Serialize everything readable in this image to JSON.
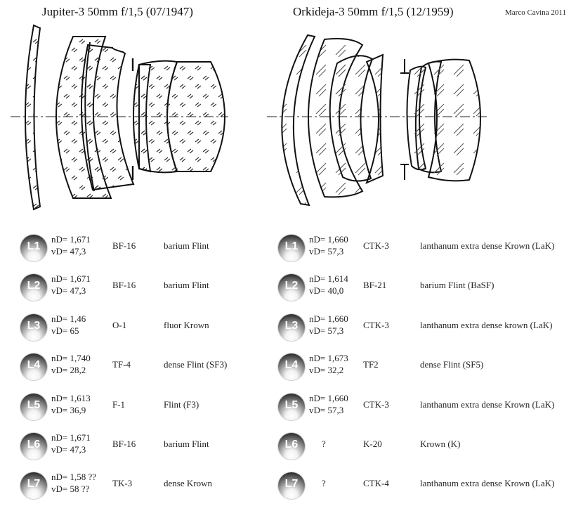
{
  "titles": {
    "left": "Jupiter-3 50mm f/1,5 (07/1947)",
    "right": "Orkideja-3 50mm f/1,5 (12/1959)",
    "credit": "Marco Cavina 2011"
  },
  "left_table": [
    {
      "lens": "L1",
      "nd": "nD= 1,671",
      "vd": "vD= 47,3",
      "glass": "BF-16",
      "desc": "barium Flint"
    },
    {
      "lens": "L2",
      "nd": "nD= 1,671",
      "vd": "vD= 47,3",
      "glass": "BF-16",
      "desc": "barium Flint"
    },
    {
      "lens": "L3",
      "nd": "nD= 1,46",
      "vd": "vD= 65",
      "glass": "O-1",
      "desc": "fluor Krown"
    },
    {
      "lens": "L4",
      "nd": "nD= 1,740",
      "vd": "vD= 28,2",
      "glass": "TF-4",
      "desc": "dense Flint (SF3)"
    },
    {
      "lens": "L5",
      "nd": "nD= 1,613",
      "vd": "vD= 36,9",
      "glass": "F-1",
      "desc": "Flint (F3)"
    },
    {
      "lens": "L6",
      "nd": "nD= 1,671",
      "vd": "vD= 47,3",
      "glass": "BF-16",
      "desc": "barium Flint"
    },
    {
      "lens": "L7",
      "nd": "nD= 1,58 ??",
      "vd": "vD= 58 ??",
      "glass": "TK-3",
      "desc": "dense Krown"
    }
  ],
  "right_table": [
    {
      "lens": "L1",
      "nd": "nD= 1,660",
      "vd": "vD= 57,3",
      "glass": "CTK-3",
      "desc": "lanthanum extra dense Krown (LaK)"
    },
    {
      "lens": "L2",
      "nd": "nD= 1,614",
      "vd": "vD= 40,0",
      "glass": "BF-21",
      "desc": "barium Flint (BaSF)"
    },
    {
      "lens": "L3",
      "nd": "nD= 1,660",
      "vd": "vD= 57,3",
      "glass": "CTK-3",
      "desc": "lanthanum extra dense krown (LaK)"
    },
    {
      "lens": "L4",
      "nd": "nD= 1,673",
      "vd": "vD= 32,2",
      "glass": "TF2",
      "desc": "dense Flint (SF5)"
    },
    {
      "lens": "L5",
      "nd": "nD= 1,660",
      "vd": "vD= 57,3",
      "glass": "CTK-3",
      "desc": "lanthanum extra dense Krown (LaK)"
    },
    {
      "lens": "L6",
      "q": "?",
      "glass": "K-20",
      "desc": "Krown (K)"
    },
    {
      "lens": "L7",
      "q": "?",
      "glass": "CTK-4",
      "desc": "lanthanum extra dense Krown (LaK)"
    }
  ]
}
